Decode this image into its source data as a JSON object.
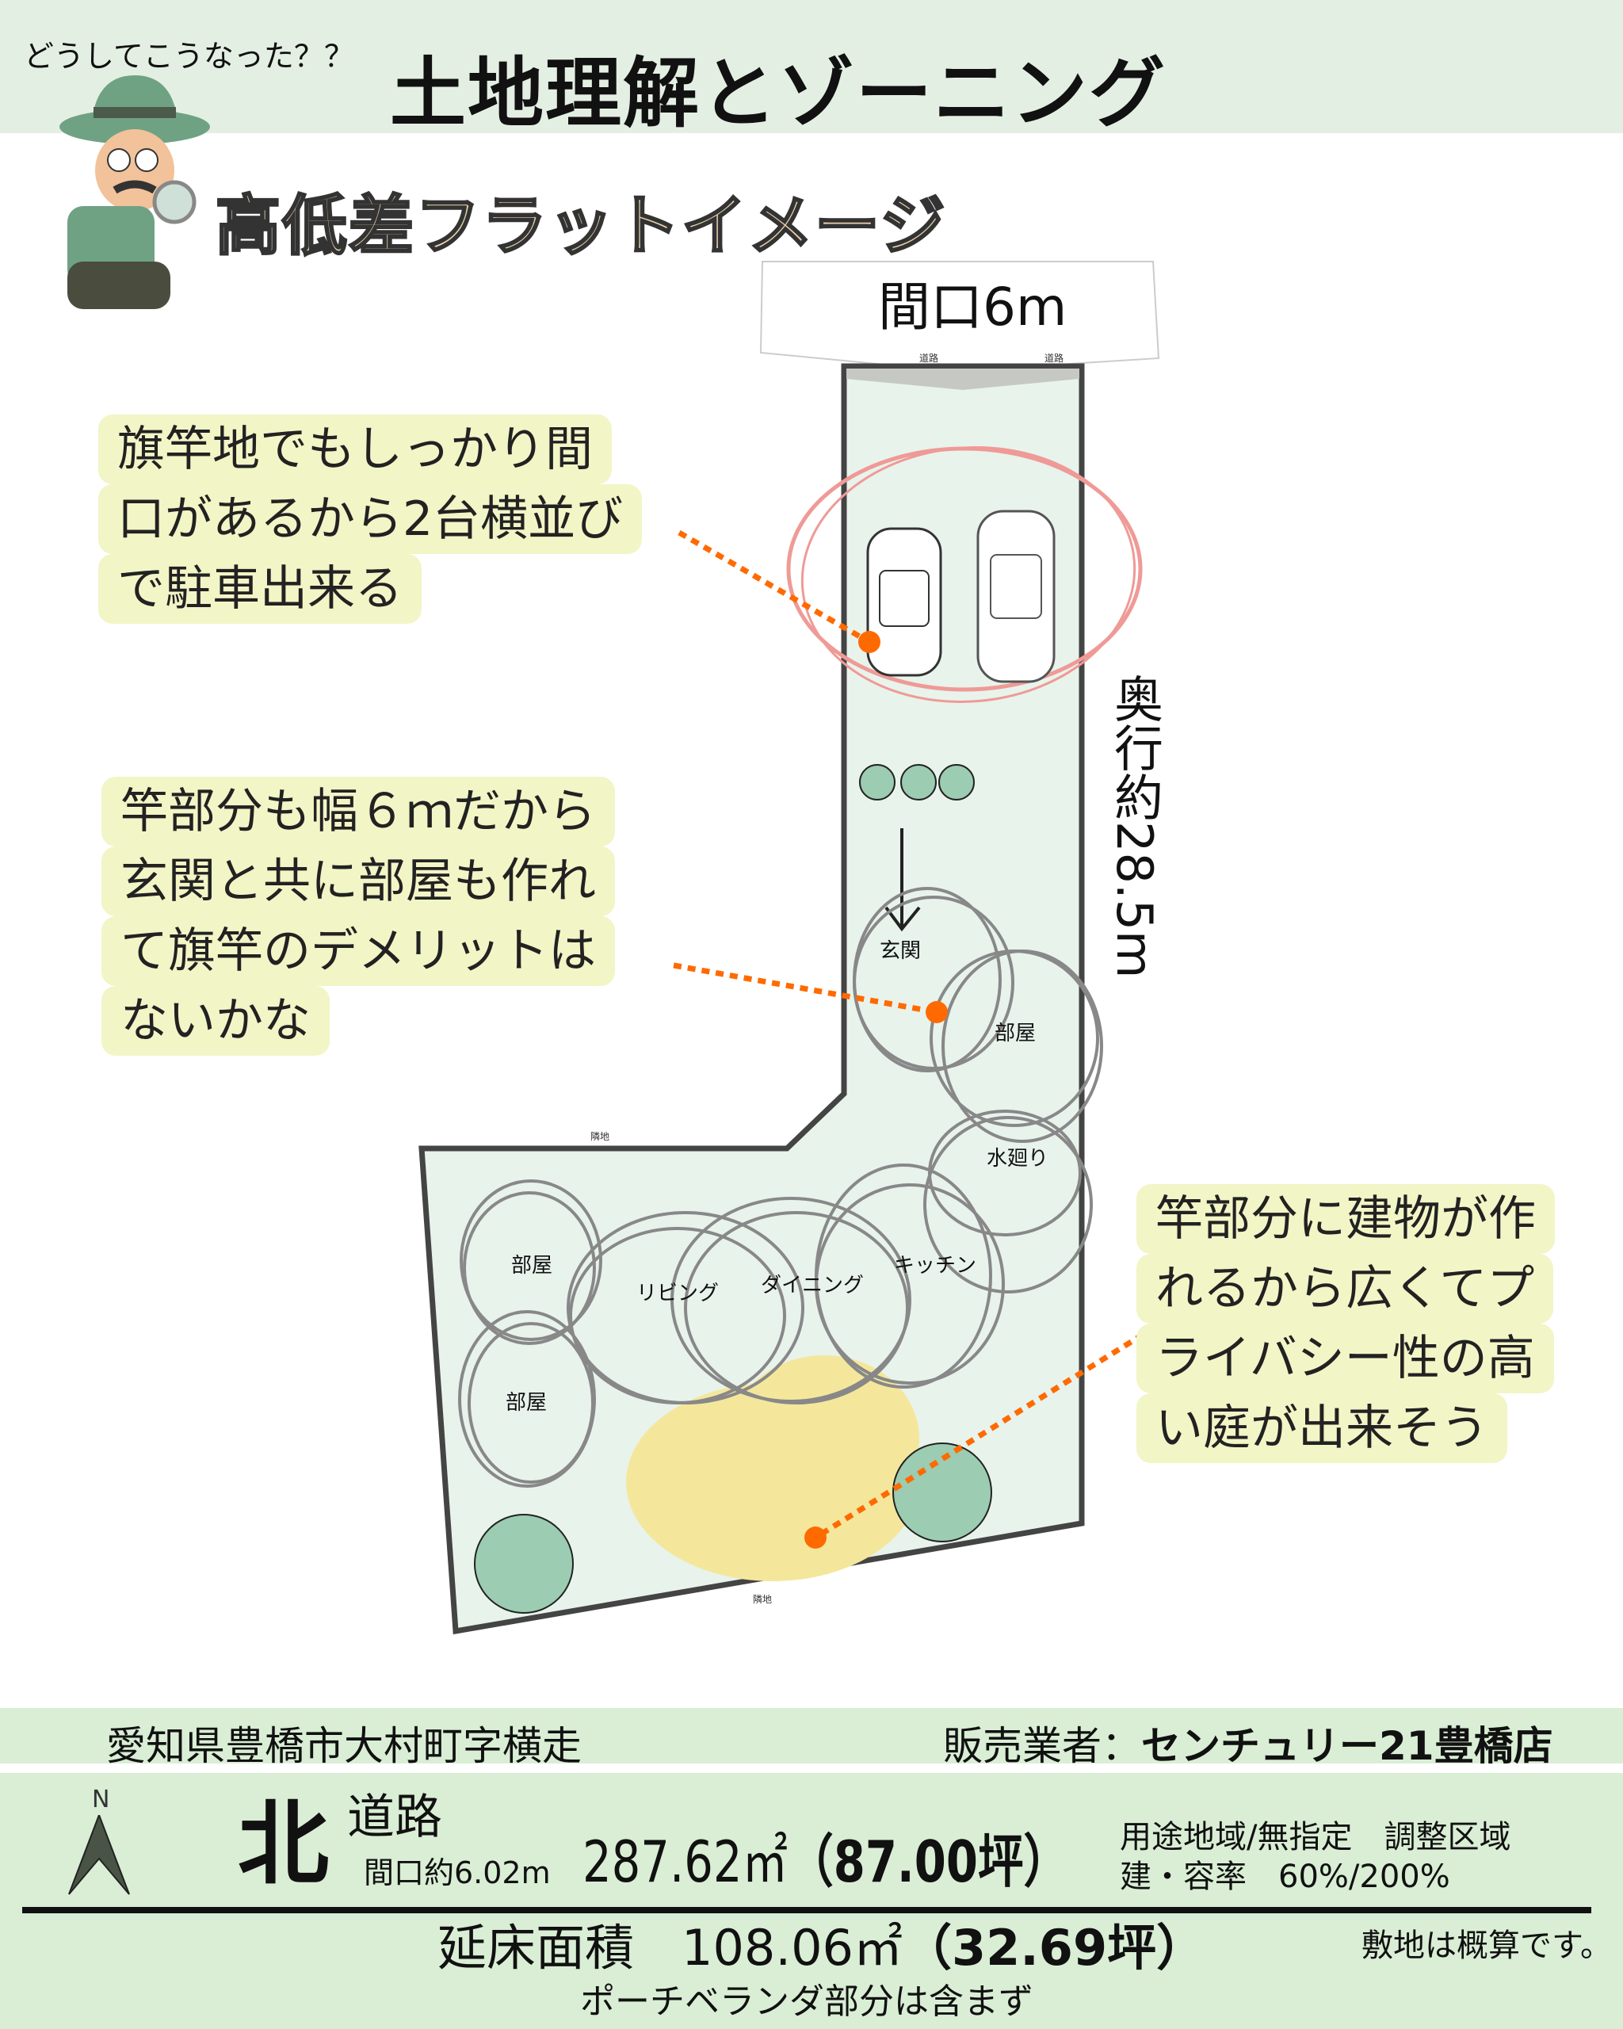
{
  "header": {
    "subtitle": "どうしてこうなった？？",
    "title": "土地理解とゾーニング"
  },
  "heading": "高低差フラットイメージ",
  "plan": {
    "frontage": "間口6m",
    "depth": "奥行約28.5m",
    "road_labels": [
      "道路",
      "道路"
    ],
    "boundary_label": "隣地",
    "rooms": [
      "玄関",
      "部屋",
      "水廻り",
      "部屋",
      "リビング",
      "ダイニング",
      "キッチン",
      "部屋"
    ]
  },
  "callouts": [
    {
      "lines": [
        "旗竿地でもしっかり間",
        "口があるから2台横並び",
        "で駐車出来る"
      ]
    },
    {
      "lines": [
        "竿部分も幅６ｍだから",
        "玄関と共に部屋も作れ",
        "て旗竿のデメリットは",
        "ないかな"
      ]
    },
    {
      "lines": [
        "竿部分に建物が作",
        "れるから広くてプ",
        "ライバシー性の高",
        "い庭が出来そう"
      ]
    }
  ],
  "footer": {
    "address": "愛知県豊橋市大村町字横走",
    "seller_label": "販売業者：",
    "seller_name": "センチュリー21豊橋店",
    "north_mark": "N",
    "road_dir": "北",
    "road": "道路",
    "road_frontage": "間口約6.02m",
    "land_area": "287.62㎡",
    "land_tsubo": "（87.00坪）",
    "zoning": "用途地域/無指定　調整区域",
    "ratio": "建・容率　60%/200%",
    "floor_label": "延床面積",
    "floor_area": "108.06㎡",
    "floor_tsubo": "（32.69坪）",
    "note": "敷地は概算です。",
    "floor_note": "ポーチベランダ部分は含まず"
  },
  "colors": {
    "header_bg": "#e4efe4",
    "footer_bg": "#d9eed5",
    "callout_bg": "#f2f5c6",
    "accent": "#ff6a00",
    "site_fill": "#e8f3ec"
  }
}
